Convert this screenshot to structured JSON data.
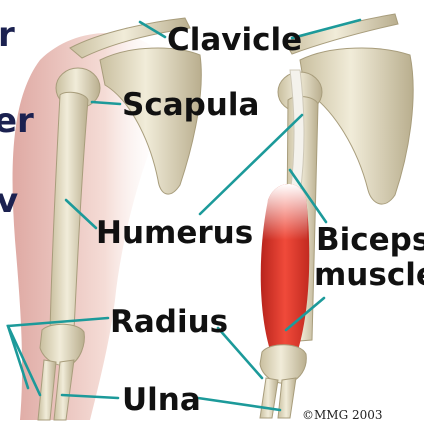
{
  "labels": {
    "clavicle": "Clavicle",
    "scapula": "Scapula",
    "humerus": "Humerus",
    "biceps_line1": "Biceps",
    "biceps_line2": "muscle",
    "radius": "Radius",
    "ulna": "Ulna"
  },
  "copyright": "©MMG 2003",
  "cut_off_text": {
    "top": "r",
    "middle": "er",
    "lower": "v"
  },
  "colors": {
    "bone": "#e8e2cc",
    "bone_shadow": "#bdb396",
    "muscle_red": "#e0382c",
    "skin": "#e9b8b0",
    "leader_line": "#1c9a9a"
  }
}
